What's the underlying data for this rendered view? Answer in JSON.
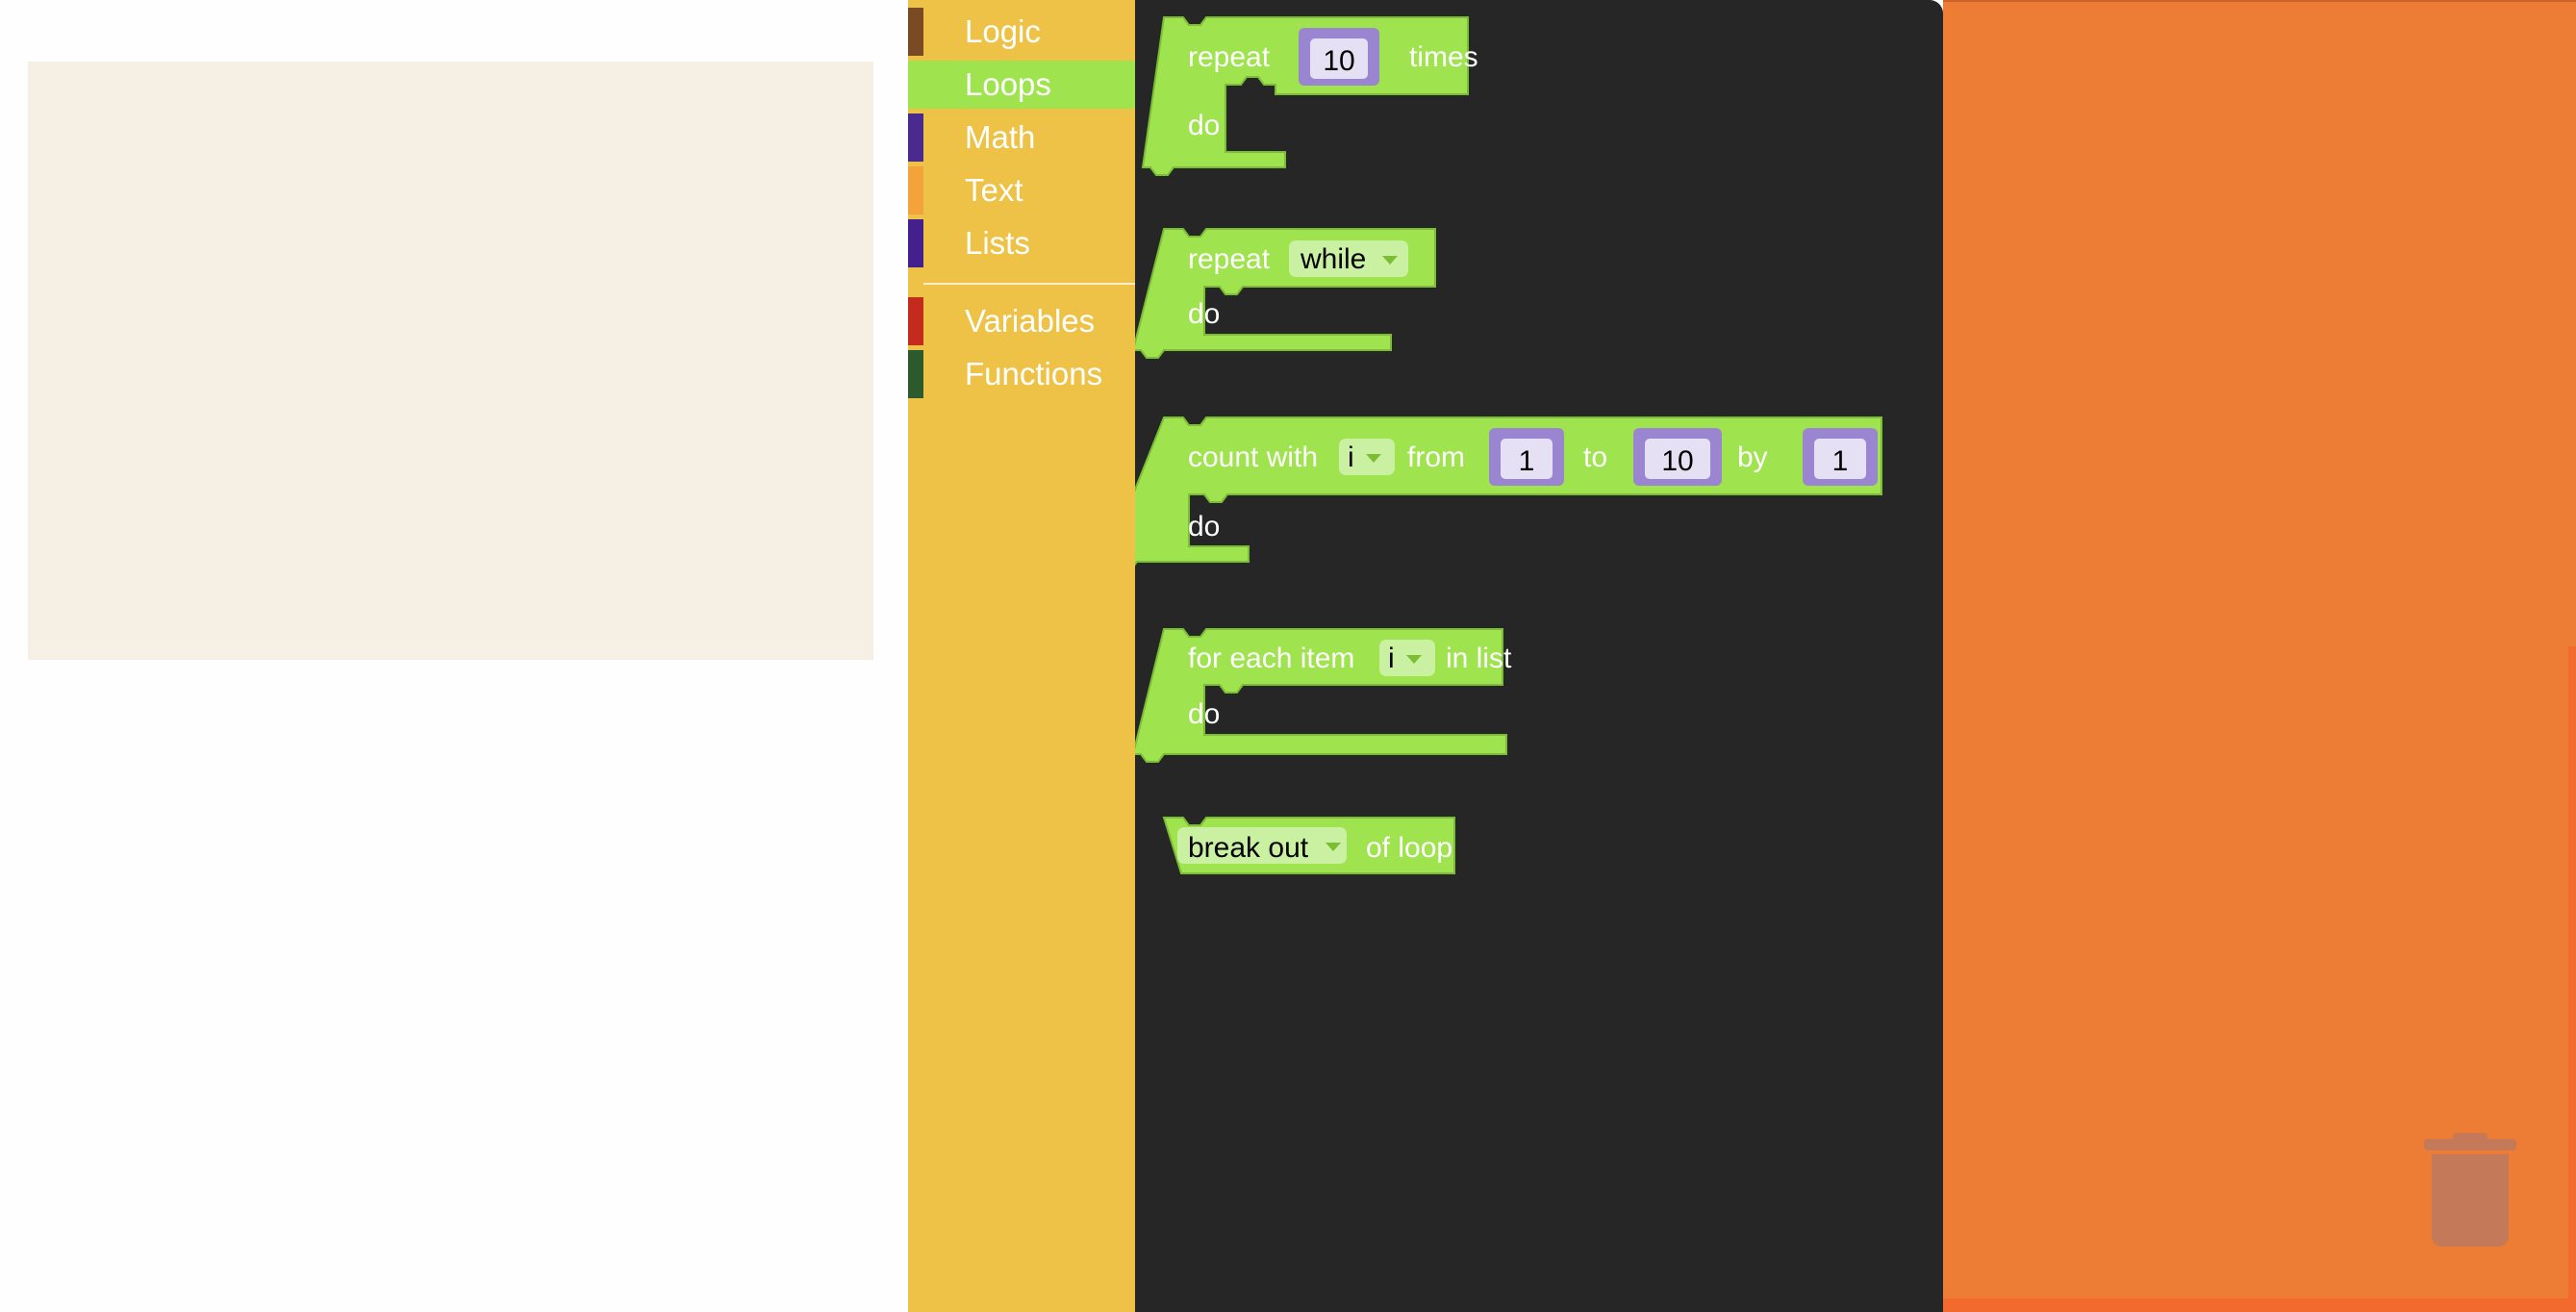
{
  "toolbox": {
    "categories": [
      {
        "label": "Logic",
        "color": "#7a4a24"
      },
      {
        "label": "Loops",
        "color": "#9fe34f",
        "selected": true
      },
      {
        "label": "Math",
        "color": "#4a2a8f"
      },
      {
        "label": "Text",
        "color": "#f4a23a"
      },
      {
        "label": "Lists",
        "color": "#44208f"
      },
      {
        "label": "Variables",
        "color": "#c52a1e"
      },
      {
        "label": "Functions",
        "color": "#2c5a2c"
      }
    ]
  },
  "blocks": {
    "repeat_times": {
      "repeat": "repeat",
      "count": "10",
      "times": "times",
      "do": "do"
    },
    "repeat_while": {
      "repeat": "repeat",
      "mode": "while",
      "do": "do"
    },
    "count_with": {
      "count_with": "count with",
      "var": "i",
      "from": "from",
      "from_val": "1",
      "to": "to",
      "to_val": "10",
      "by": "by",
      "by_val": "1",
      "do": "do"
    },
    "for_each": {
      "for_each_item": "for each item",
      "var": "i",
      "in_list": "in list",
      "do": "do"
    },
    "break_out": {
      "mode": "break out",
      "of_loop": "of loop"
    }
  },
  "colors": {
    "block": "#9fe34f",
    "number": "#9a86d0",
    "dropdown": "#c9f1a1",
    "flyout": "#262626",
    "workspace": "#ed7c34",
    "toolbox": "#eec247"
  },
  "icons": {
    "trash": "trash-can-icon",
    "dropdown": "dropdown-arrow-icon"
  }
}
